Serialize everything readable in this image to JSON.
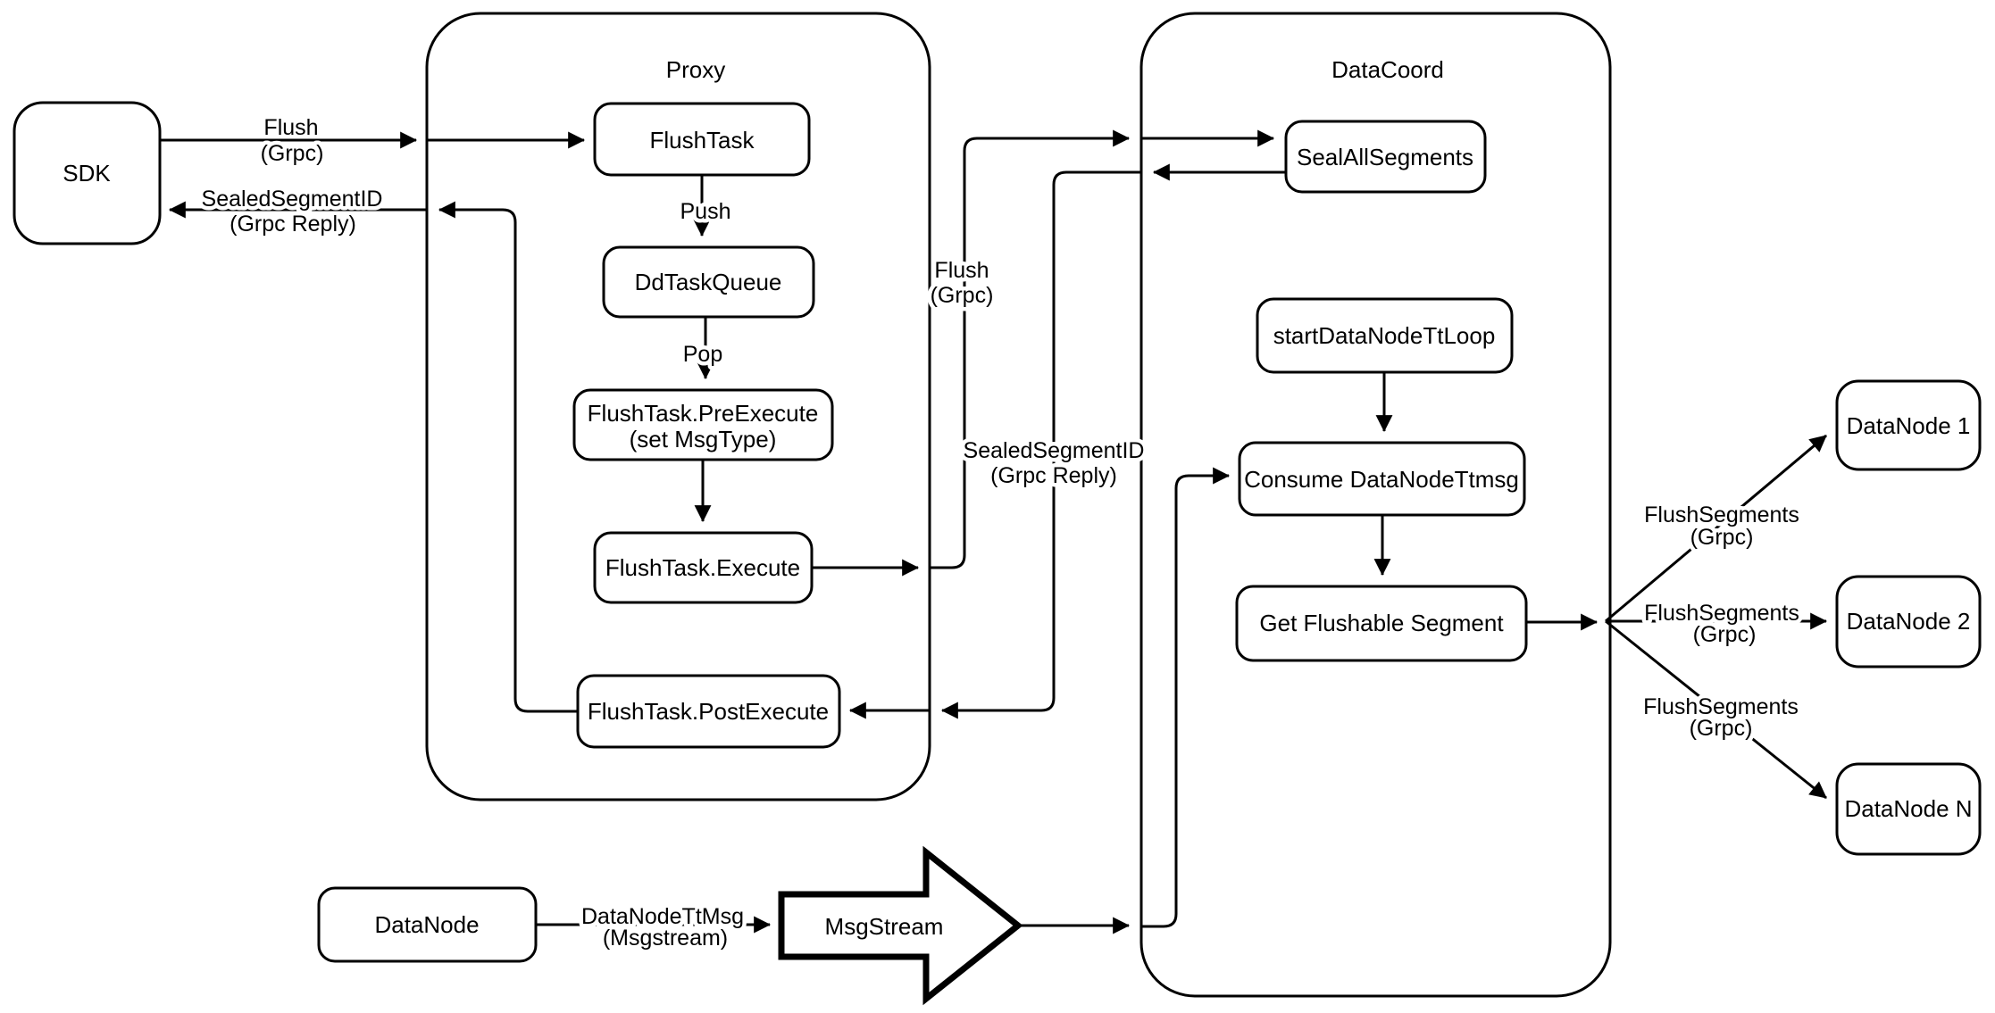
{
  "diagram": {
    "containers": {
      "proxy": {
        "title": "Proxy"
      },
      "datacoord": {
        "title": "DataCoord"
      }
    },
    "nodes": {
      "sdk": {
        "label": "SDK"
      },
      "flush_task": {
        "label": "FlushTask"
      },
      "dd_task_queue": {
        "label": "DdTaskQueue"
      },
      "pre_execute": {
        "line1": "FlushTask.PreExecute",
        "line2": "(set MsgType)"
      },
      "execute": {
        "label": "FlushTask.Execute"
      },
      "post_execute": {
        "label": "FlushTask.PostExecute"
      },
      "seal_all_segments": {
        "label": "SealAllSegments"
      },
      "start_data_node_tt_loop": {
        "label": "startDataNodeTtLoop"
      },
      "consume_data_node_ttmsg": {
        "label": "Consume DataNodeTtmsg"
      },
      "get_flushable_segment": {
        "label": "Get Flushable Segment"
      },
      "data_node_1": {
        "label": "DataNode 1"
      },
      "data_node_2": {
        "label": "DataNode 2"
      },
      "data_node_n": {
        "label": "DataNode N"
      },
      "data_node": {
        "label": "DataNode"
      },
      "msg_stream": {
        "label": "MsgStream"
      }
    },
    "edge_labels": {
      "flush_sdk_proxy": {
        "line1": "Flush",
        "line2": "(Grpc)"
      },
      "sealed_segment_proxy_sdk": {
        "line1": "SealedSegmentID",
        "line2": "(Grpc Reply)"
      },
      "push": {
        "label": "Push"
      },
      "pop": {
        "label": "Pop"
      },
      "flush_proxy_datacoord": {
        "line1": "Flush",
        "line2": "(Grpc)"
      },
      "sealed_segment_datacoord_proxy": {
        "line1": "SealedSegmentID",
        "line2": "(Grpc Reply)"
      },
      "flush_segments_1": {
        "line1": "FlushSegments",
        "line2": "(Grpc)"
      },
      "flush_segments_2": {
        "line1": "FlushSegments",
        "line2": "(Grpc)"
      },
      "flush_segments_3": {
        "line1": "FlushSegments",
        "line2": "(Grpc)"
      },
      "data_node_tt_msg": {
        "line1": "DataNodeTtMsg",
        "line2": "(Msgstream)"
      }
    },
    "colors": {
      "stroke": "#000000",
      "background": "#ffffff"
    }
  }
}
